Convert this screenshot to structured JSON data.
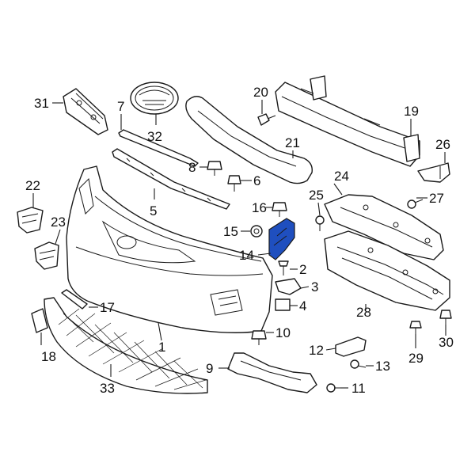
{
  "colors": {
    "highlight": "#1f4fbf",
    "line": "#1a1a1a",
    "background": "#ffffff"
  },
  "callouts": [
    {
      "id": "1",
      "text": "1"
    },
    {
      "id": "2",
      "text": "2"
    },
    {
      "id": "3",
      "text": "3"
    },
    {
      "id": "4",
      "text": "4"
    },
    {
      "id": "5",
      "text": "5"
    },
    {
      "id": "6",
      "text": "6"
    },
    {
      "id": "7",
      "text": "7"
    },
    {
      "id": "8",
      "text": "8"
    },
    {
      "id": "9",
      "text": "9"
    },
    {
      "id": "10",
      "text": "10"
    },
    {
      "id": "11",
      "text": "11"
    },
    {
      "id": "12",
      "text": "12"
    },
    {
      "id": "13",
      "text": "13"
    },
    {
      "id": "14",
      "text": "14"
    },
    {
      "id": "15",
      "text": "15"
    },
    {
      "id": "16",
      "text": "16"
    },
    {
      "id": "17",
      "text": "17"
    },
    {
      "id": "18",
      "text": "18"
    },
    {
      "id": "19",
      "text": "19"
    },
    {
      "id": "20",
      "text": "20"
    },
    {
      "id": "21",
      "text": "21"
    },
    {
      "id": "22",
      "text": "22"
    },
    {
      "id": "23",
      "text": "23"
    },
    {
      "id": "24",
      "text": "24"
    },
    {
      "id": "25",
      "text": "25"
    },
    {
      "id": "26",
      "text": "26"
    },
    {
      "id": "27",
      "text": "27"
    },
    {
      "id": "28",
      "text": "28"
    },
    {
      "id": "29",
      "text": "29"
    },
    {
      "id": "30",
      "text": "30"
    },
    {
      "id": "31",
      "text": "31"
    },
    {
      "id": "32",
      "text": "32"
    },
    {
      "id": "33",
      "text": "33"
    }
  ],
  "highlighted_part": "14"
}
